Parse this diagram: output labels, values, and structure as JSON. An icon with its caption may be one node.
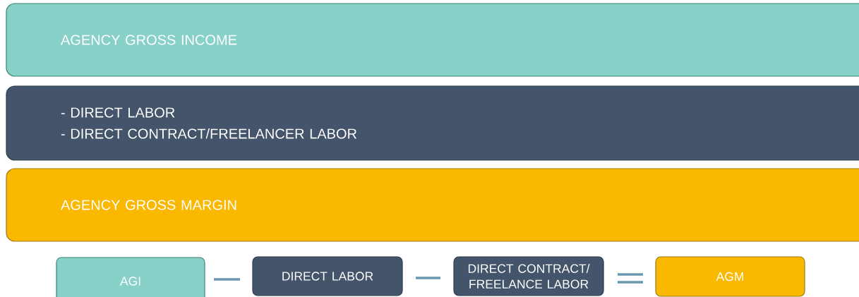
{
  "diagram": {
    "nodes": [
      {
        "text": [
          "AGENCY GROSS INCOME"
        ]
      },
      {
        "text": [
          "- DIRECT LABOR",
          "- DIRECT CONTRACT/FREELANCER LABOR"
        ]
      },
      {
        "text": [
          "AGENCY GROSS MARGIN"
        ]
      },
      {
        "text": [
          "AGI"
        ]
      },
      {
        "text": [
          "DIRECT LABOR"
        ]
      },
      {
        "text": [
          "DIRECT CONTRACT/ FREELANCE LABOR"
        ]
      },
      {
        "text": [
          "AGM"
        ]
      }
    ]
  }
}
